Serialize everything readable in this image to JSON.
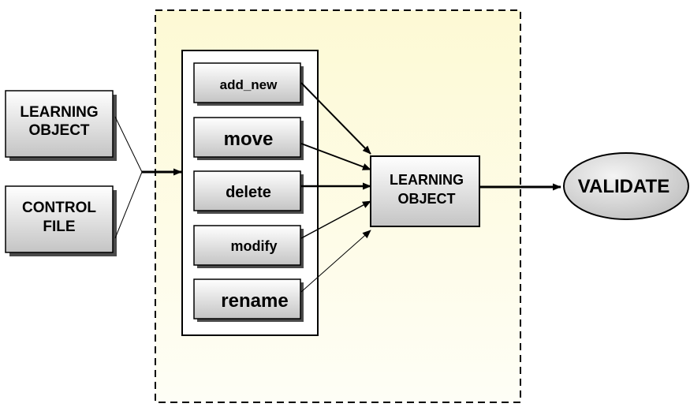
{
  "inputs": {
    "learning_object": [
      "LEARNING",
      "OBJECT"
    ],
    "control_file": [
      "CONTROL",
      "FILE"
    ]
  },
  "operations": [
    "add_new",
    "move",
    "delete",
    "modify",
    "rename"
  ],
  "output": [
    "LEARNING",
    "OBJECT"
  ],
  "validate": "VALIDATE",
  "colors": {
    "background_panel": "#fdfbdf",
    "box_fill_top": "#ffffff",
    "box_fill_bottom": "#c8c8c8",
    "shadow": "#4a4a4a",
    "ellipse_fill": "#dcdcdc",
    "stroke": "#000000"
  }
}
